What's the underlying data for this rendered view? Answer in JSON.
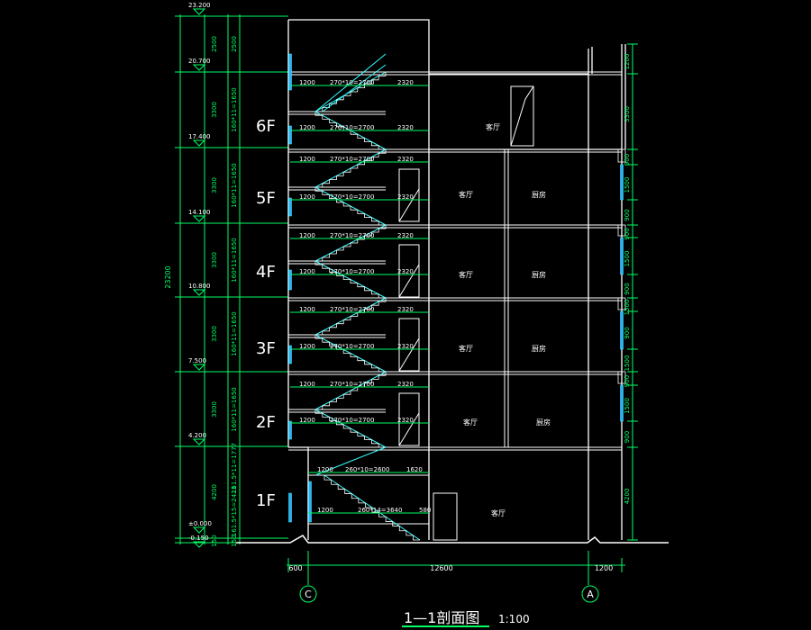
{
  "elevations": [
    "23.200",
    "20.700",
    "17.400",
    "14.100",
    "10.800",
    "7.500",
    "4.200",
    "±0.000",
    "-0.150"
  ],
  "left_dims_outer": [
    "2500",
    "3300",
    "3300",
    "3300",
    "3300",
    "3300",
    "4200",
    "150"
  ],
  "left_dims_inner": [
    "2500",
    "160*11=1650",
    "160*11=1650",
    "160*11=1650",
    "160*11=1650",
    "160*11=1650",
    "161.5*11=1777",
    "161.5*15=2423",
    "150"
  ],
  "total_height": "23200",
  "floors": [
    "6F",
    "5F",
    "4F",
    "3F",
    "2F",
    "1F"
  ],
  "stair_labels": {
    "landing": "1200",
    "flight": "270*10=2700",
    "hall": "2320",
    "flight_1f_upper": "260*10=2600",
    "hall_1f_upper": "1620",
    "flight_1f_lower": "260*14=3640",
    "hall_1f_lower": "580"
  },
  "rooms": {
    "living": "客厅",
    "kitchen": "厨房"
  },
  "right_dims": [
    "1200",
    "3300",
    "900",
    "1500",
    "900",
    "900",
    "1500",
    "900",
    "1500",
    "900",
    "1500",
    "900",
    "1500",
    "900",
    "4200"
  ],
  "bottom_dims": [
    "600",
    "12600",
    "1200"
  ],
  "axes": [
    "C",
    "A"
  ],
  "title": {
    "main": "1—1剖面图",
    "scale": "1:100"
  }
}
